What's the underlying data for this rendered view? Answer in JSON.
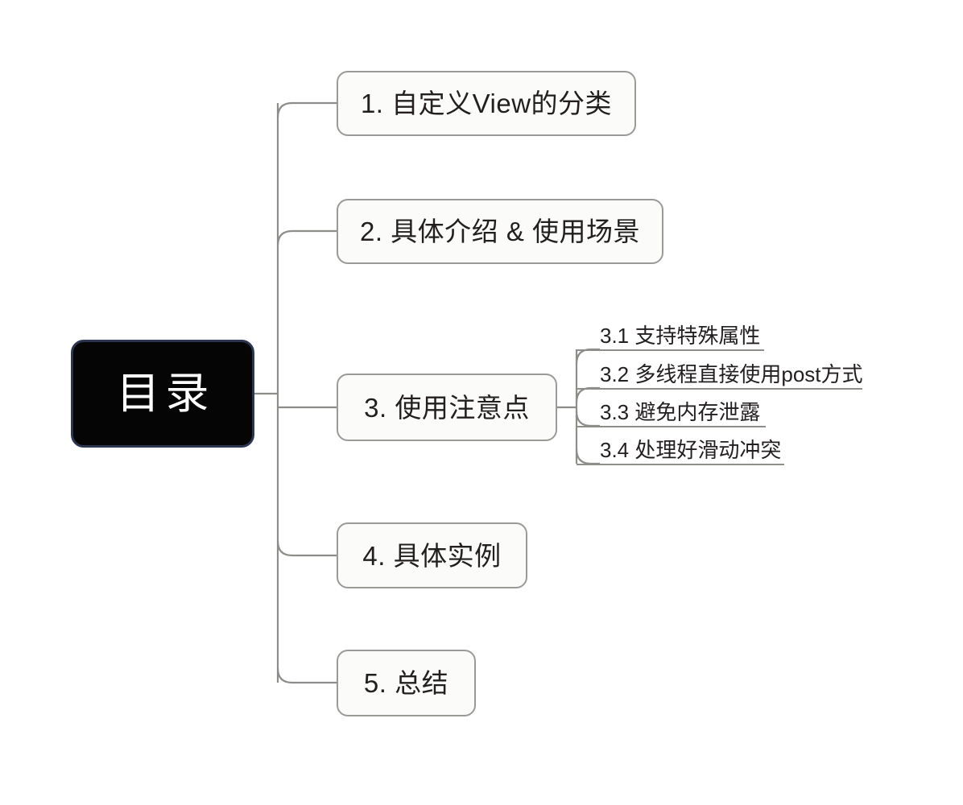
{
  "diagram": {
    "type": "mind-map",
    "title": "目录",
    "background_color": "#ffffff",
    "root": {
      "label": "目录",
      "fill_color": "#050505",
      "text_color": "#ffffff",
      "border_color": "#2c3550"
    },
    "style": {
      "node_fill": "#fbfbf9",
      "node_border": "#9a9a96",
      "node_text": "#231f20",
      "connector_color": "#8d8d89",
      "underline_color": "#8d8d89"
    },
    "branches": [
      {
        "id": "node-1",
        "label": "1. 自定义View的分类",
        "children": []
      },
      {
        "id": "node-2",
        "label": "2. 具体介绍 & 使用场景",
        "children": []
      },
      {
        "id": "node-3",
        "label": "3. 使用注意点",
        "children": [
          {
            "id": "leaf-3-1",
            "label": "3.1 支持特殊属性"
          },
          {
            "id": "leaf-3-2",
            "label": "3.2 多线程直接使用post方式"
          },
          {
            "id": "leaf-3-3",
            "label": "3.3 避免内存泄露"
          },
          {
            "id": "leaf-3-4",
            "label": "3.4 处理好滑动冲突"
          }
        ]
      },
      {
        "id": "node-4",
        "label": "4. 具体实例",
        "children": []
      },
      {
        "id": "node-5",
        "label": "5. 总结",
        "children": []
      }
    ]
  }
}
